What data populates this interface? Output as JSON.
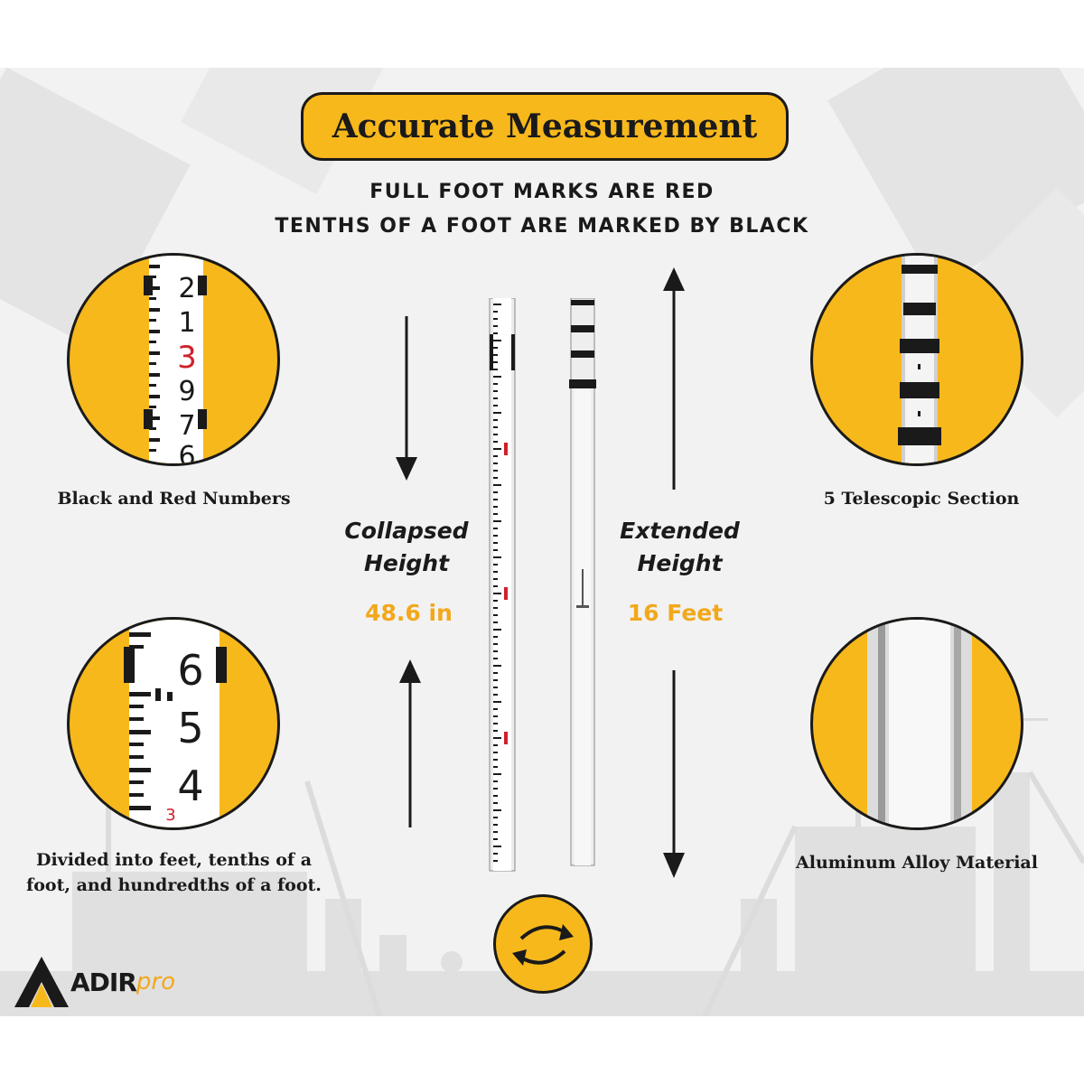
{
  "title": "Accurate Measurement",
  "subtitle": {
    "line1": "FULL FOOT MARKS ARE RED",
    "line2": "TENTHS OF A FOOT ARE MARKED BY BLACK"
  },
  "features": [
    {
      "label": "Black and Red Numbers",
      "icon": "rod-numbers-closeup"
    },
    {
      "label": "5 Telescopic Section",
      "icon": "rod-sections-closeup"
    },
    {
      "label": "Divided into feet, tenths of a foot, and hundredths of a foot.",
      "icon": "rod-graduations-closeup"
    },
    {
      "label": "Aluminum Alloy Material",
      "icon": "aluminum-profile-closeup"
    }
  ],
  "collapsed": {
    "label_line1": "Collapsed",
    "label_line2": "Height",
    "value": "48.6 in"
  },
  "extended": {
    "label_line1": "Extended",
    "label_line2": "Height",
    "value": "16 Feet"
  },
  "closeup_numbers": {
    "numbers_circle": [
      "2",
      "1",
      "3",
      "9",
      "7",
      "6"
    ],
    "graduation_circle": [
      "6",
      "5",
      "4",
      "3"
    ]
  },
  "brand": {
    "main": "ADIR",
    "sub": "pro"
  },
  "colors": {
    "accent": "#f7b81c",
    "accent_text": "#f2a81b",
    "dark": "#1a1a1a",
    "red_mark": "#d0202a"
  }
}
